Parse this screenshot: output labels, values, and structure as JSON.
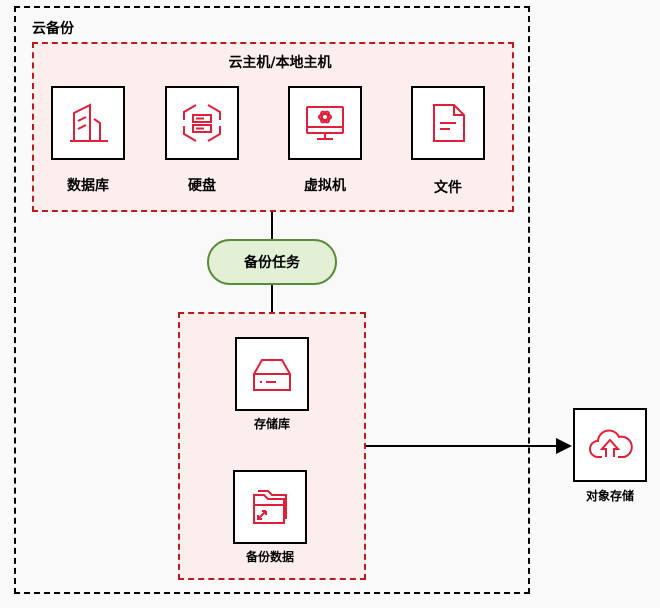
{
  "diagram": {
    "outer_group": {
      "title": "云备份"
    },
    "hosts_group": {
      "title": "云主机/本地主机",
      "items": [
        {
          "label": "数据库",
          "icon": "building-icon"
        },
        {
          "label": "硬盘",
          "icon": "disk-icon"
        },
        {
          "label": "虚拟机",
          "icon": "vm-monitor-icon"
        },
        {
          "label": "文件",
          "icon": "file-icon"
        }
      ]
    },
    "task": {
      "label": "备份任务"
    },
    "storage_group": {
      "items": [
        {
          "label": "存储库",
          "icon": "storage-box-icon"
        },
        {
          "label": "备份数据",
          "icon": "folder-icon"
        }
      ]
    },
    "external": {
      "label": "对象存储",
      "icon": "cloud-upload-icon"
    },
    "colors": {
      "icon_red": "#e0203a",
      "group_border": "#b81c1c",
      "group_fill": "#fdeeee",
      "task_border": "#5b8a3c",
      "task_fill": "#e3f0d6"
    }
  }
}
